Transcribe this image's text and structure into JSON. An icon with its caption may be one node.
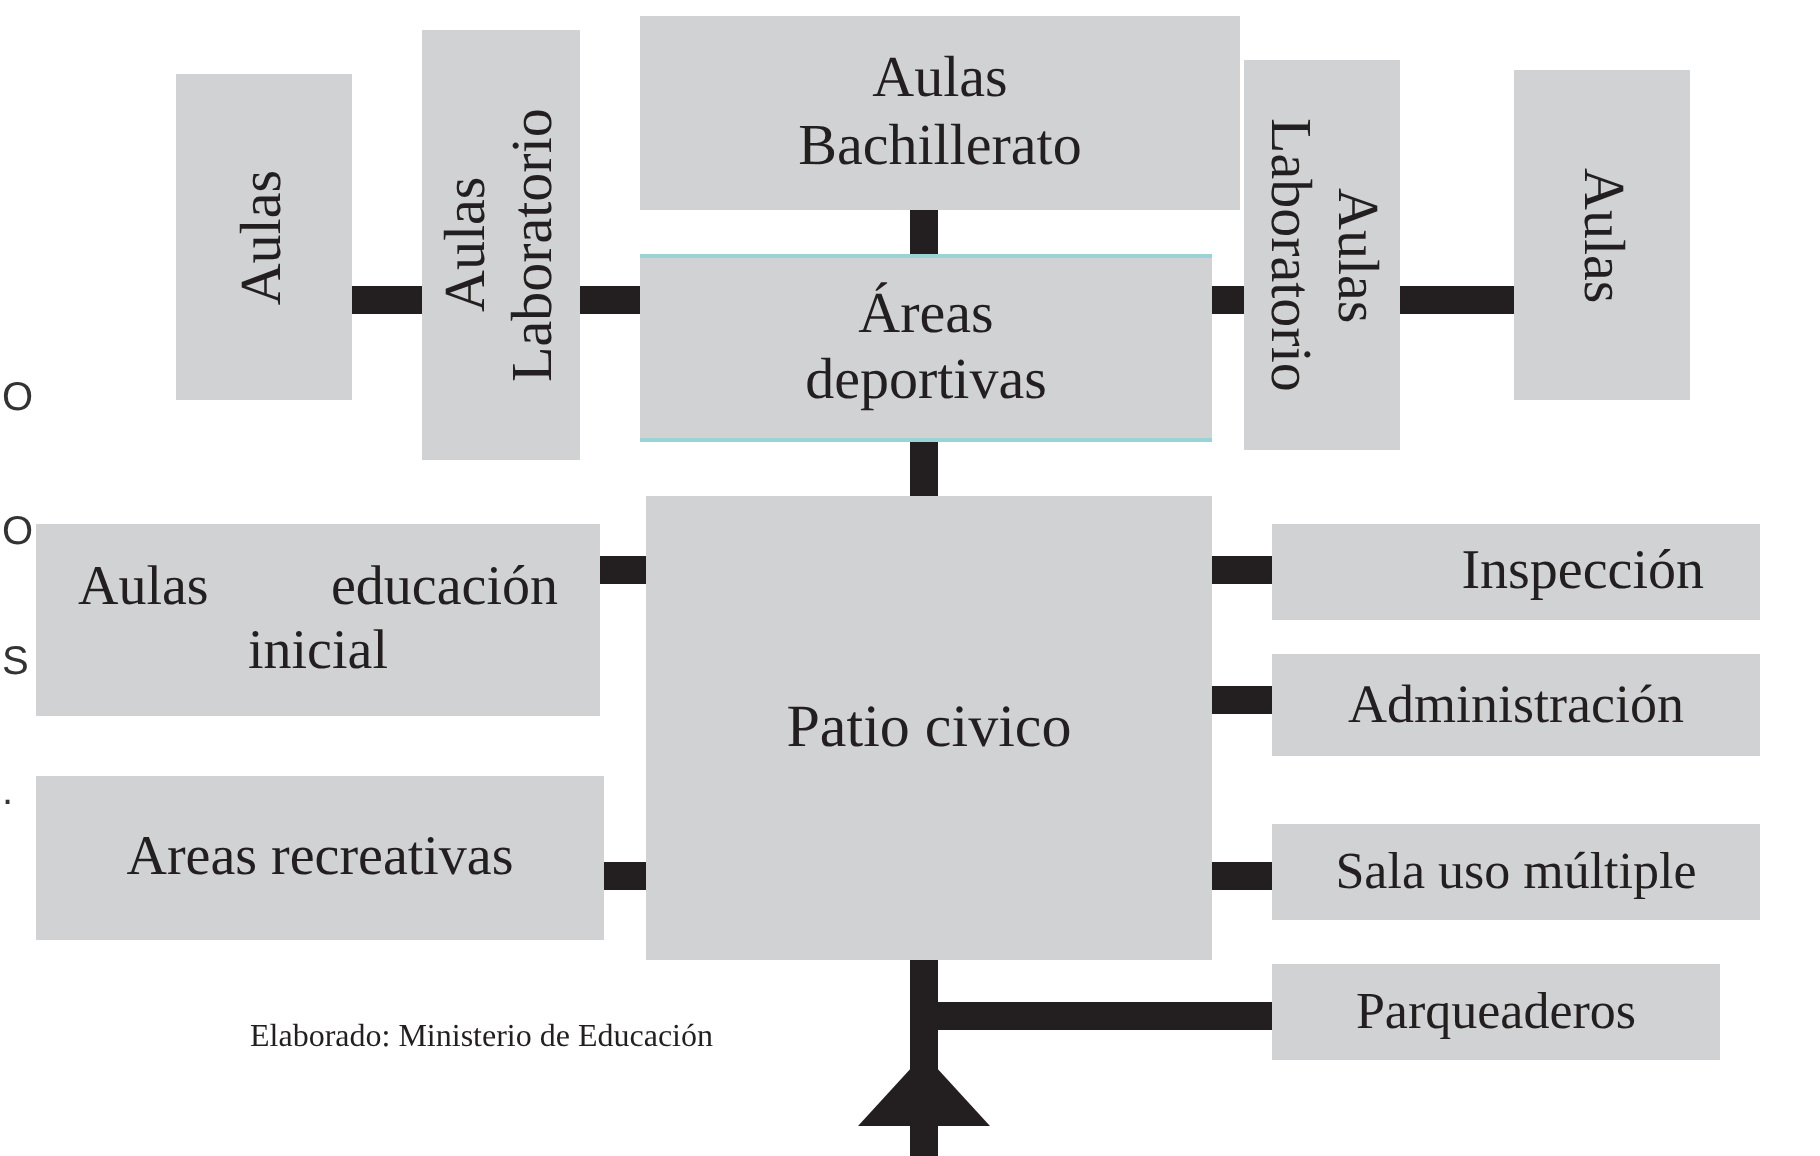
{
  "diagram": {
    "nodes": [
      {
        "text": [
          "Aulas"
        ]
      },
      {
        "text": [
          "Aulas Laboratorio"
        ]
      },
      {
        "text": [
          "Aulas Bachillerato"
        ]
      },
      {
        "text": [
          "Áreas deportivas"
        ]
      },
      {
        "text": [
          "Aulas Laboratorio"
        ]
      },
      {
        "text": [
          "Aulas"
        ]
      },
      {
        "text": [
          "Aulas educación inicial"
        ]
      },
      {
        "text": [
          "Patio civico"
        ]
      },
      {
        "text": [
          "Areas recreativas"
        ]
      },
      {
        "text": [
          "Inspección"
        ]
      },
      {
        "text": [
          "Administración"
        ]
      },
      {
        "text": [
          "Sala uso múltiple"
        ]
      },
      {
        "text": [
          "Parqueaderos"
        ]
      }
    ],
    "edges": [
      {
        "from": 0,
        "to": 1,
        "arrow": "none"
      },
      {
        "from": 1,
        "to": 3,
        "arrow": "none"
      },
      {
        "from": 2,
        "to": 3,
        "arrow": "none"
      },
      {
        "from": 3,
        "to": 4,
        "arrow": "none"
      },
      {
        "from": 4,
        "to": 5,
        "arrow": "none"
      },
      {
        "from": 3,
        "to": 7,
        "arrow": "none"
      },
      {
        "from": 6,
        "to": 7,
        "arrow": "none"
      },
      {
        "from": 8,
        "to": 7,
        "arrow": "none"
      },
      {
        "from": 7,
        "to": 9,
        "arrow": "none"
      },
      {
        "from": 7,
        "to": 10,
        "arrow": "none"
      },
      {
        "from": 7,
        "to": 11,
        "arrow": "none"
      },
      {
        "from": 7,
        "to": 12,
        "arrow": "none"
      },
      {
        "from": null,
        "to": 7,
        "arrow": "to"
      }
    ],
    "labels": [
      "O",
      "O",
      "S",
      ".",
      "Elaborado: Ministerio de Educación"
    ]
  }
}
